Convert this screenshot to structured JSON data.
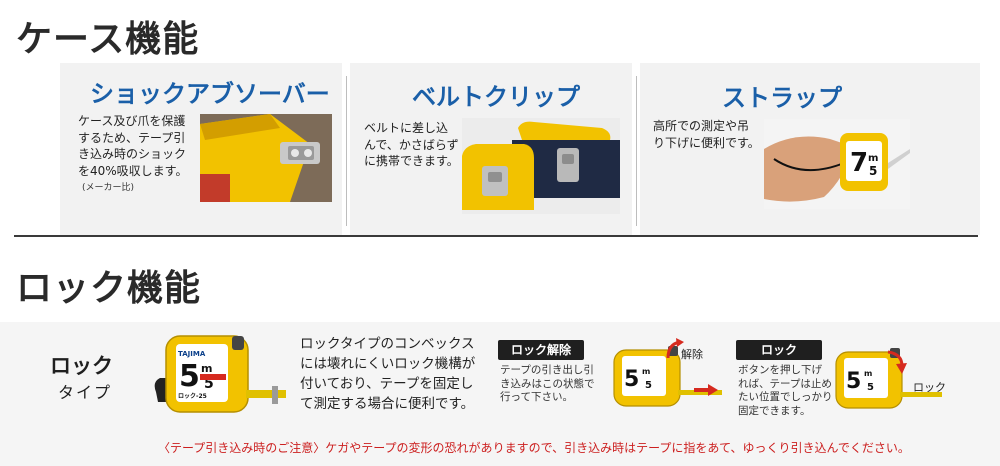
{
  "headings": {
    "case": "ケース機能",
    "lock": "ロック機能"
  },
  "features": [
    {
      "title": "ショックアブソーバー",
      "description": "ケース及び爪を保護\nするため、テープ引\nき込み時のショック\nを40%吸収します。",
      "note": "(メーカー比)",
      "icon": "shock-absorber-photo"
    },
    {
      "title": "ベルトクリップ",
      "description": "ベルトに差し込\nんで、かさばらず\nに携帯できます。",
      "icon": "belt-clip-photo"
    },
    {
      "title": "ストラップ",
      "description": "高所での測定や吊\nり下げに便利です。",
      "icon": "strap-photo"
    }
  ],
  "lock_section": {
    "type_title": "ロック",
    "type_sub": "タイプ",
    "description": "ロックタイプのコンベックス\nには壊れにくいロック機構が\n付いており、テープを固定し\nて測定する場合に便利です。",
    "unlock": {
      "tag": "ロック解除",
      "description": "テープの引き出し引\nき込みはこの状態で\n行って下さい。",
      "arrow_label": "解除"
    },
    "lock": {
      "tag": "ロック",
      "description": "ボタンを押し下げ\nれば、テープは止め\nたい位置でしっかり\n固定できます。",
      "arrow_label": "ロック"
    },
    "caution": "〈テープ引き込み時のご注意〉ケガやテープの変形の恐れがありますので、引き込み時はテープに指をあて、ゆっくり引き込んでください。"
  },
  "product": {
    "brand": "TAJIMA",
    "size_label": "5m",
    "model_label": "ロック-25"
  },
  "colors": {
    "accent_blue": "#1a5fa8",
    "tape_yellow": "#f2c200",
    "caution_red": "#cc1f1f",
    "arrow_red": "#d62a1f"
  }
}
